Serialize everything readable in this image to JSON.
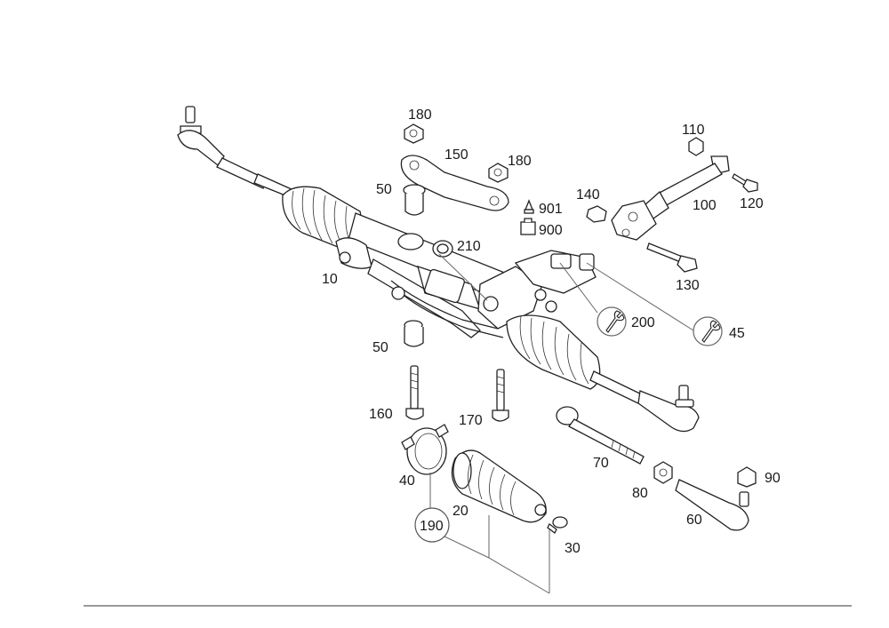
{
  "diagram": {
    "labels": {
      "l10": "10",
      "l20": "20",
      "l30": "30",
      "l40": "40",
      "l45": "45",
      "l50a": "50",
      "l50b": "50",
      "l60": "60",
      "l70": "70",
      "l80": "80",
      "l90": "90",
      "l100": "100",
      "l110": "110",
      "l120": "120",
      "l130": "130",
      "l140": "140",
      "l150": "150",
      "l160": "160",
      "l170": "170",
      "l180a": "180",
      "l180b": "180",
      "l190": "190",
      "l200": "200",
      "l210": "210",
      "l900": "900",
      "l901": "901"
    },
    "icons": [
      "wrench-icon",
      "wrench-icon",
      "drop-icon",
      "box-icon"
    ]
  }
}
